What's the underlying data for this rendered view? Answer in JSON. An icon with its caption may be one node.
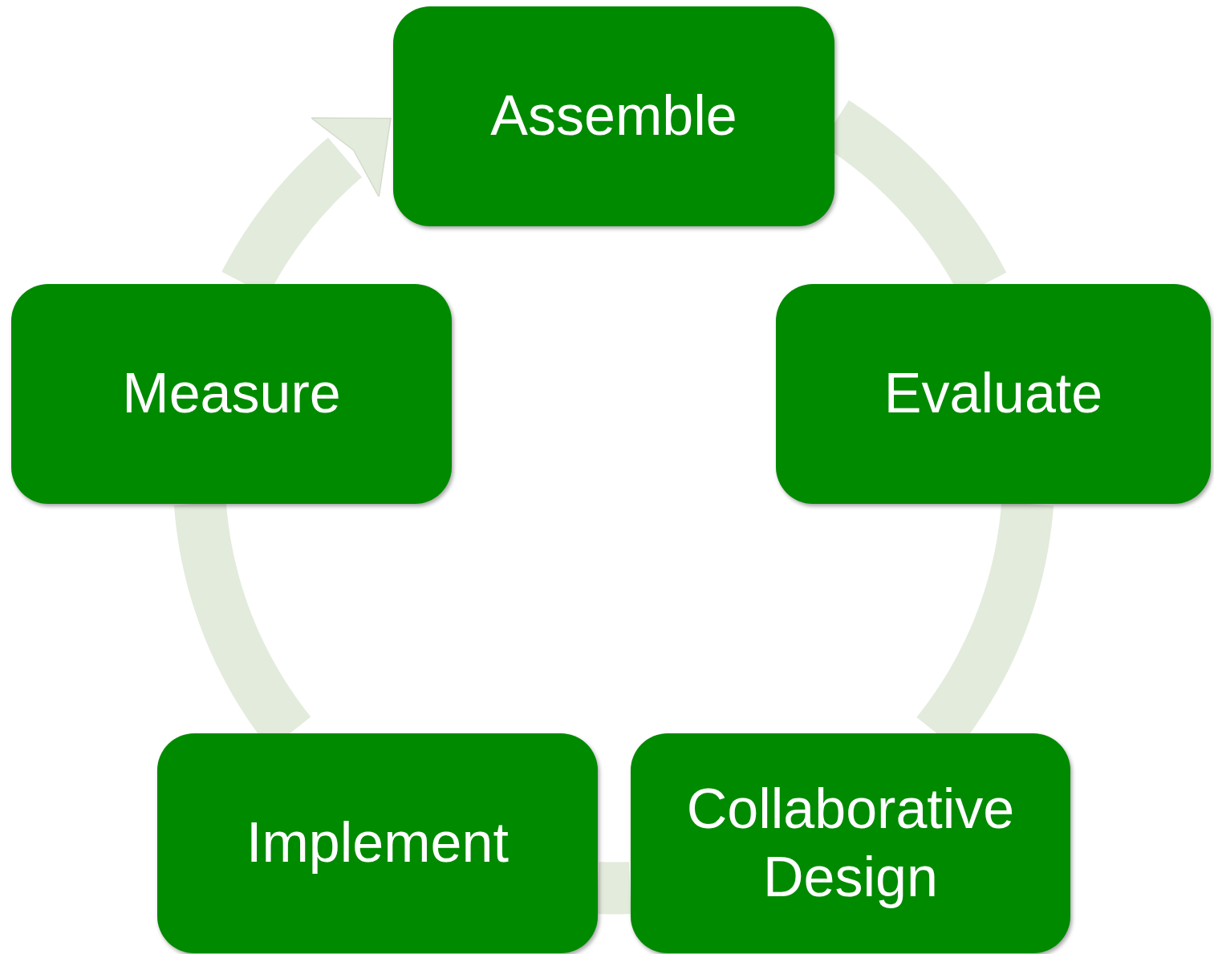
{
  "diagram": {
    "nodes": [
      {
        "text": [
          "Assemble"
        ]
      },
      {
        "text": [
          "Evaluate"
        ]
      },
      {
        "text": [
          "Collaborative Design"
        ]
      },
      {
        "text": [
          "Implement"
        ]
      },
      {
        "text": [
          "Measure"
        ]
      }
    ],
    "edges": [
      {
        "from": 0,
        "to": 1,
        "arrow": "none"
      },
      {
        "from": 1,
        "to": 2,
        "arrow": "none"
      },
      {
        "from": 2,
        "to": 3,
        "arrow": "none"
      },
      {
        "from": 3,
        "to": 4,
        "arrow": "none"
      },
      {
        "from": 4,
        "to": 0,
        "arrow": "to"
      }
    ]
  }
}
